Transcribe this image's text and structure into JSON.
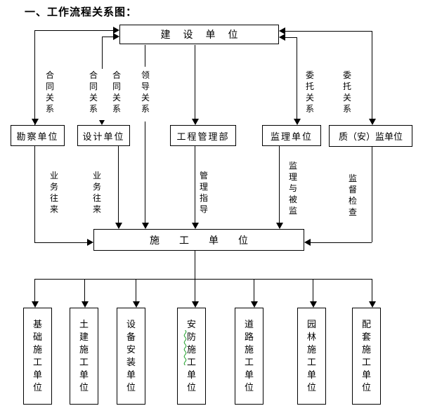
{
  "title": "一、工作流程关系图：",
  "units": {
    "owner": "建设单位",
    "survey": "勘察单位",
    "design": "设计单位",
    "mgmt": "工程管理部",
    "supervisor": "监理单位",
    "quality": "质（安）监单位",
    "contractor": "施工单位",
    "subs": [
      "基础施工单位",
      "土建施工单位",
      "设备安装单位",
      "安防施工单位",
      "道路施工单位",
      "园林施工单位",
      "配套施工单位"
    ]
  },
  "relations": {
    "contract1": "合同关系",
    "contract2": "合同关系",
    "contract3": "合同关系",
    "leadership": "领导关系",
    "entrust1": "委托关系",
    "entrust2": "委托关系",
    "business1": "业务往来",
    "business2": "业务往来",
    "guidance": "管理指导",
    "supervise": "监理与被监",
    "inspect": "监督检查"
  },
  "colors": {
    "line": "#000000",
    "text": "#000000",
    "background": "#ffffff",
    "spellcheck_squiggle": "#3fae49"
  }
}
